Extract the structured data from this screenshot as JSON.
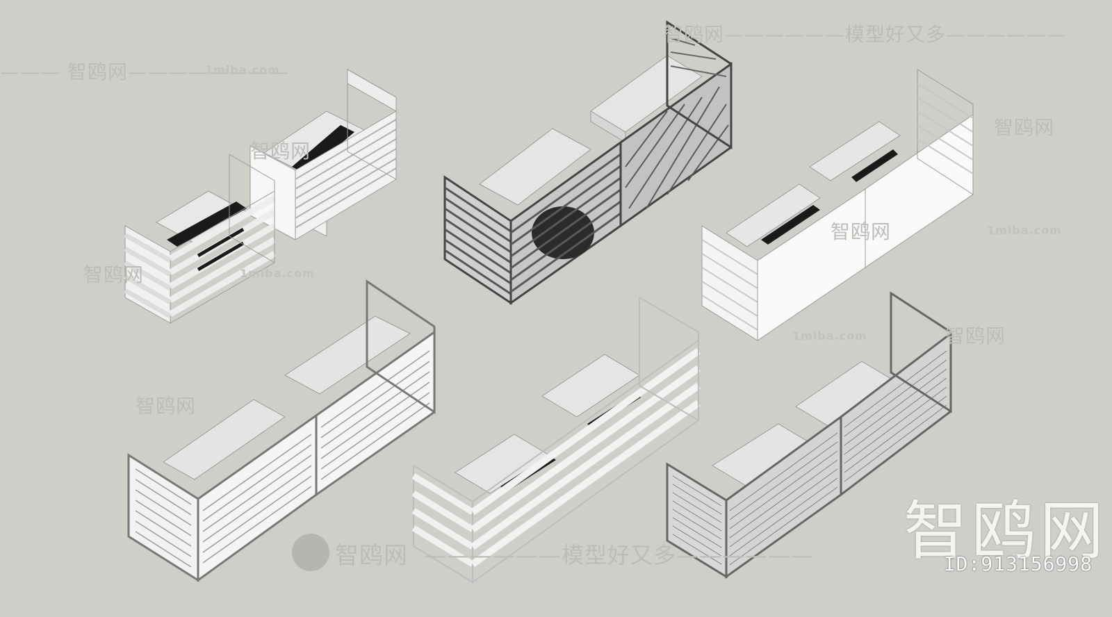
{
  "watermarks": {
    "site_cn": "智鸥网",
    "site_url": "1miba.com",
    "slogan": "智鸥网——————模型好又多——————",
    "slogan_short": "——————模型好又多——————",
    "site_line": "——— 智鸥网————————",
    "big": "智鸥网",
    "id_label": "ID:913156998"
  },
  "colors": {
    "background": "#cfcfca",
    "frame_grey": "#b9b9b7",
    "frame_dark": "#4a4a4a",
    "frame_white": "#efefef",
    "unit_top": "#e7e7e7",
    "unit_side": "#d9d9d9",
    "fan_dark": "#1a1a1a"
  },
  "models": [
    {
      "name": "slatted-cover-set-top-left",
      "style": "white-horizontal-slats"
    },
    {
      "name": "slatted-cover-set-top-center",
      "style": "dark-diagonal-slats"
    },
    {
      "name": "slatted-cover-set-top-right",
      "style": "solid-white-panels"
    },
    {
      "name": "slatted-cover-set-bottom-left",
      "style": "grey-horizontal-louvers"
    },
    {
      "name": "slatted-cover-set-bottom-center",
      "style": "white-spaced-slats"
    },
    {
      "name": "slatted-cover-set-bottom-right",
      "style": "grey-fine-louvers"
    }
  ]
}
